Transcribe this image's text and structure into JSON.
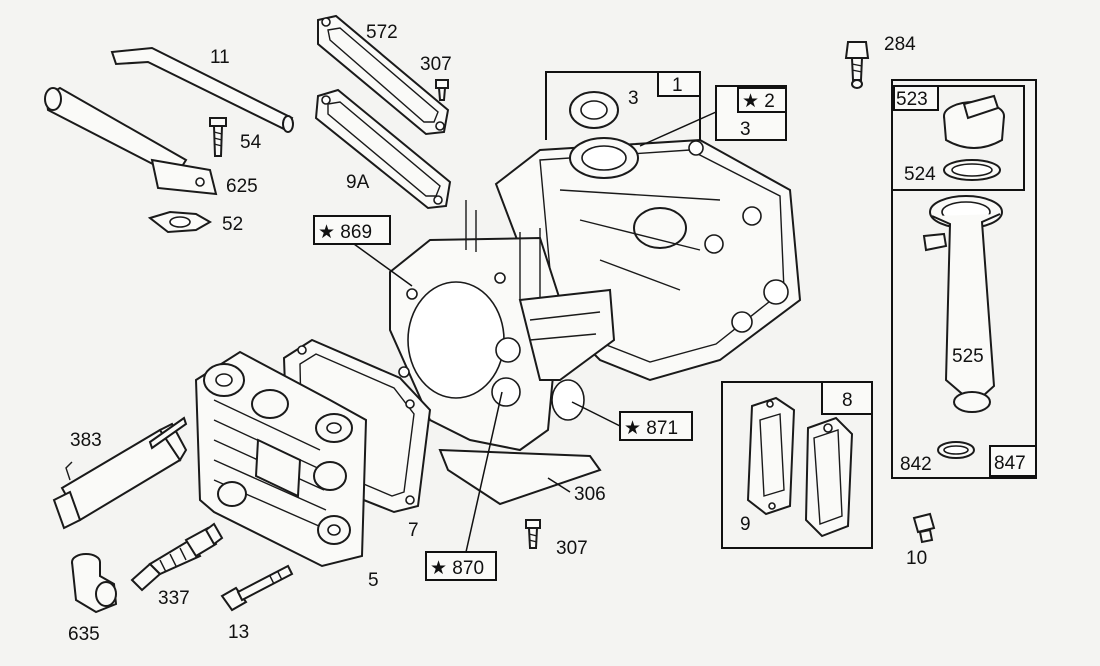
{
  "labels": {
    "p11": "11",
    "p54": "54",
    "p625": "625",
    "p52": "52",
    "p572": "572",
    "p307_top": "307",
    "p9a": "9A",
    "p284": "284",
    "p3_seal": "3",
    "box_1": "1",
    "box_2": "★ 2",
    "box_3": "3",
    "box_523": "523",
    "p524": "524",
    "p525": "525",
    "p842": "842",
    "box_847": "847",
    "box_869": "★ 869",
    "box_871": "★ 871",
    "box_870": "★ 870",
    "p383": "383",
    "p7": "7",
    "p306": "306",
    "p307_bottom": "307",
    "box_8": "8",
    "p9": "9",
    "p10": "10",
    "p5": "5",
    "p337": "337",
    "p13": "13",
    "p635": "635"
  },
  "colors": {
    "ink": "#111111",
    "paper": "#f4f4f2"
  }
}
